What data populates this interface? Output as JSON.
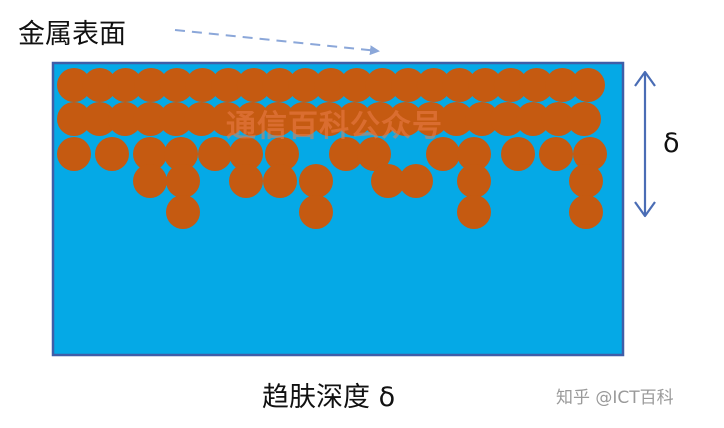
{
  "labels": {
    "surface": "金属表面",
    "skin_depth": "趋肤深度 δ",
    "delta_symbol": "δ"
  },
  "watermark": "通信百科公众号",
  "credit": "知乎 @ICT百科",
  "colors": {
    "conductor": "#05a9e6",
    "conductor_border": "#3f5ea8",
    "particle": "#c55a11",
    "arrow_pointer": "#8ba7d9",
    "arrow_depth": "#4a6db5",
    "watermark": "#eb7d4b"
  },
  "icons": {
    "surface_pointer": "dashed-arrow-icon",
    "depth_indicator": "double-arrow-icon"
  }
}
